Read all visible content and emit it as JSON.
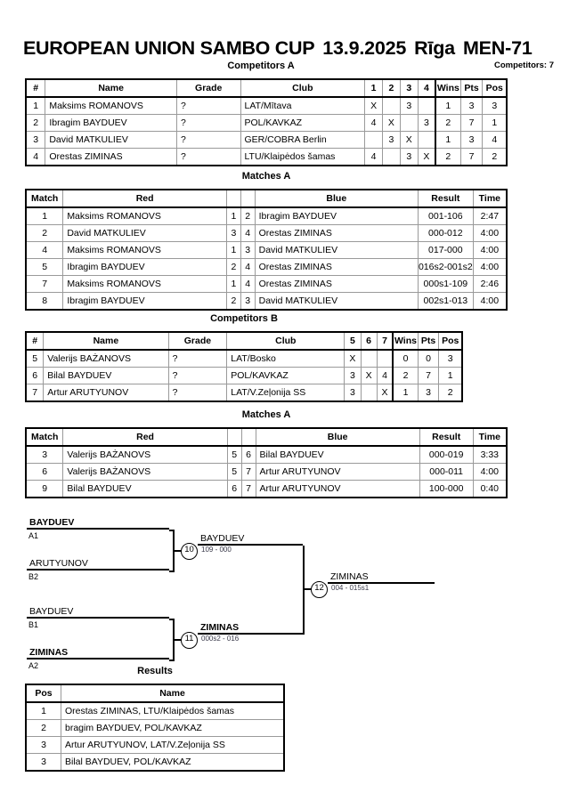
{
  "header": {
    "event": "EUROPEAN UNION SAMBO CUP",
    "date": "13.9.2025",
    "city": "Rīga",
    "category": "MEN-71",
    "competitors_label": "Competitors: 7"
  },
  "captions": {
    "competitors_a": "Competitors A",
    "matches_a": "Matches A",
    "competitors_b": "Competitors B",
    "matches_b": "Matches A",
    "results": "Results"
  },
  "competitors_a": {
    "headers": [
      "#",
      "Name",
      "Grade",
      "Club",
      "1",
      "2",
      "3",
      "4",
      "Wins",
      "Pts",
      "Pos"
    ],
    "rows": [
      {
        "num": "1",
        "name": "Maksims ROMANOVS",
        "grade": "?",
        "club": "LAT/Mītava",
        "cells": [
          "X",
          "",
          "3",
          ""
        ],
        "wins": "1",
        "pts": "3",
        "pos": "3"
      },
      {
        "num": "2",
        "name": "Ibragim BAYDUEV",
        "grade": "?",
        "club": "POL/KAVKAZ",
        "cells": [
          "4",
          "X",
          "",
          "3"
        ],
        "wins": "2",
        "pts": "7",
        "pos": "1"
      },
      {
        "num": "3",
        "name": "David MATKULIEV",
        "grade": "?",
        "club": "GER/COBRA Berlin",
        "cells": [
          "",
          "3",
          "X",
          ""
        ],
        "wins": "1",
        "pts": "3",
        "pos": "4"
      },
      {
        "num": "4",
        "name": "Orestas ZIMINAS",
        "grade": "?",
        "club": "LTU/Klaipėdos šamas",
        "cells": [
          "4",
          "",
          "3",
          "X"
        ],
        "wins": "2",
        "pts": "7",
        "pos": "2"
      }
    ]
  },
  "matches_a": {
    "headers": [
      "Match",
      "Red",
      "",
      "",
      "Blue",
      "Result",
      "Time"
    ],
    "rows": [
      {
        "match": "1",
        "red": "Maksims ROMANOVS",
        "red_bold": false,
        "red_seed": "1",
        "blue_seed": "2",
        "blue": "Ibragim BAYDUEV",
        "blue_bold": true,
        "result": "001-106",
        "time": "2:47"
      },
      {
        "match": "2",
        "red": "David MATKULIEV",
        "red_bold": false,
        "red_seed": "3",
        "blue_seed": "4",
        "blue": "Orestas ZIMINAS",
        "blue_bold": true,
        "result": "000-012",
        "time": "4:00"
      },
      {
        "match": "4",
        "red": "Maksims ROMANOVS",
        "red_bold": true,
        "red_seed": "1",
        "blue_seed": "3",
        "blue": "David MATKULIEV",
        "blue_bold": false,
        "result": "017-000",
        "time": "4:00"
      },
      {
        "match": "5",
        "red": "Ibragim BAYDUEV",
        "red_bold": true,
        "red_seed": "2",
        "blue_seed": "4",
        "blue": "Orestas ZIMINAS",
        "blue_bold": false,
        "result": "016s2-001s2",
        "time": "4:00"
      },
      {
        "match": "7",
        "red": "Maksims ROMANOVS",
        "red_bold": false,
        "red_seed": "1",
        "blue_seed": "4",
        "blue": "Orestas ZIMINAS",
        "blue_bold": true,
        "result": "000s1-109",
        "time": "2:46"
      },
      {
        "match": "8",
        "red": "Ibragim BAYDUEV",
        "red_bold": false,
        "red_seed": "2",
        "blue_seed": "3",
        "blue": "David MATKULIEV",
        "blue_bold": true,
        "result": "002s1-013",
        "time": "4:00"
      }
    ]
  },
  "competitors_b": {
    "headers": [
      "#",
      "Name",
      "Grade",
      "Club",
      "5",
      "6",
      "7",
      "Wins",
      "Pts",
      "Pos"
    ],
    "rows": [
      {
        "num": "5",
        "name": "Valerijs BAŻANOVS",
        "grade": "?",
        "club": "LAT/Bosko",
        "cells": [
          "X",
          "",
          ""
        ],
        "wins": "0",
        "pts": "0",
        "pos": "3"
      },
      {
        "num": "6",
        "name": "Bilal BAYDUEV",
        "grade": "?",
        "club": "POL/KAVKAZ",
        "cells": [
          "3",
          "X",
          "4"
        ],
        "wins": "2",
        "pts": "7",
        "pos": "1"
      },
      {
        "num": "7",
        "name": "Artur ARUTYUNOV",
        "grade": "?",
        "club": "LAT/V.Zeļonija SS",
        "cells": [
          "3",
          "",
          "X"
        ],
        "wins": "1",
        "pts": "3",
        "pos": "2"
      }
    ]
  },
  "matches_b": {
    "headers": [
      "Match",
      "Red",
      "",
      "",
      "Blue",
      "Result",
      "Time"
    ],
    "rows": [
      {
        "match": "3",
        "red": "Valerijs BAŻANOVS",
        "red_bold": false,
        "red_seed": "5",
        "blue_seed": "6",
        "blue": "Bilal BAYDUEV",
        "blue_bold": true,
        "result": "000-019",
        "time": "3:33"
      },
      {
        "match": "6",
        "red": "Valerijs BAŻANOVS",
        "red_bold": false,
        "red_seed": "5",
        "blue_seed": "7",
        "blue": "Artur ARUTYUNOV",
        "blue_bold": true,
        "result": "000-011",
        "time": "4:00"
      },
      {
        "match": "9",
        "red": "Bilal BAYDUEV",
        "red_bold": true,
        "red_seed": "6",
        "blue_seed": "7",
        "blue": "Artur ARUTYUNOV",
        "blue_bold": false,
        "result": "100-000",
        "time": "0:40"
      }
    ]
  },
  "bracket": {
    "slots": [
      {
        "name": "BAYDUEV",
        "bold": true,
        "seed": "A1"
      },
      {
        "name": "ARUTYUNOV",
        "bold": false,
        "seed": "B2"
      },
      {
        "name": "BAYDUEV",
        "bold": false,
        "seed": "B1"
      },
      {
        "name": "ZIMINAS",
        "bold": true,
        "seed": "A2"
      }
    ],
    "nodes": [
      {
        "num": "10",
        "winner": "BAYDUEV",
        "winner_bold": false,
        "score": "109 - 000"
      },
      {
        "num": "11",
        "winner": "ZIMINAS",
        "winner_bold": true,
        "score": "000s2 - 016"
      },
      {
        "num": "12",
        "winner": "ZIMINAS",
        "winner_bold": false,
        "score": "004 - 015s1"
      }
    ]
  },
  "results": {
    "headers": [
      "Pos",
      "Name"
    ],
    "rows": [
      {
        "pos": "1",
        "name": "Orestas ZIMINAS, LTU/Klaipėdos šamas"
      },
      {
        "pos": "2",
        "name": "bragim BAYDUEV, POL/KAVKAZ"
      },
      {
        "pos": "3",
        "name": "Artur ARUTYUNOV, LAT/V.Zeļonija SS"
      },
      {
        "pos": "3",
        "name": "Bilal BAYDUEV, POL/KAVKAZ"
      }
    ]
  }
}
